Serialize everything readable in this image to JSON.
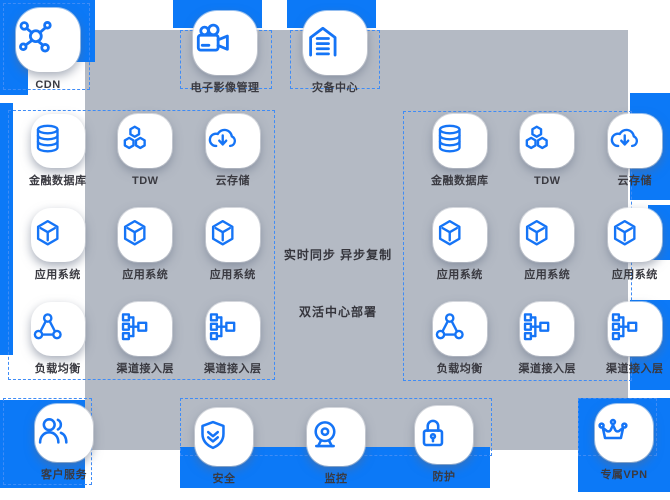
{
  "colors": {
    "accent_blue": "#0c79f7",
    "panel_grey": "#b4bac4",
    "icon_blue": "#1574f6",
    "dash_blue": "#3f8cf6",
    "label_dark": "#3a3a41"
  },
  "top_nodes": [
    {
      "label": "CDN",
      "icon": "cdn-icon"
    },
    {
      "label": "电子影像管理",
      "icon": "video-camera-icon"
    },
    {
      "label": "灾备中心",
      "icon": "warehouse-icon"
    }
  ],
  "grids": {
    "left": {
      "items": [
        {
          "label": "金融数据库",
          "icon": "database-icon"
        },
        {
          "label": "TDW",
          "icon": "tdw-icon"
        },
        {
          "label": "云存储",
          "icon": "cloud-storage-icon"
        },
        {
          "label": "应用系统",
          "icon": "app-system-icon"
        },
        {
          "label": "应用系统",
          "icon": "app-system-icon"
        },
        {
          "label": "应用系统",
          "icon": "app-system-icon"
        },
        {
          "label": "负载均衡",
          "icon": "load-balancer-icon"
        },
        {
          "label": "渠道接入层",
          "icon": "channel-access-icon"
        },
        {
          "label": "渠道接入层",
          "icon": "channel-access-icon"
        }
      ]
    },
    "right": {
      "items": [
        {
          "label": "金融数据库",
          "icon": "database-icon"
        },
        {
          "label": "TDW",
          "icon": "tdw-icon"
        },
        {
          "label": "云存储",
          "icon": "cloud-storage-icon"
        },
        {
          "label": "应用系统",
          "icon": "app-system-icon"
        },
        {
          "label": "应用系统",
          "icon": "app-system-icon"
        },
        {
          "label": "应用系统",
          "icon": "app-system-icon"
        },
        {
          "label": "负载均衡",
          "icon": "load-balancer-icon"
        },
        {
          "label": "渠道接入层",
          "icon": "channel-access-icon"
        },
        {
          "label": "渠道接入层",
          "icon": "channel-access-icon"
        }
      ]
    }
  },
  "center_links": {
    "sync_label": "实时同步  异步复制",
    "deploy_label": "双活中心部署"
  },
  "bottom_nodes": [
    {
      "label": "客户服务",
      "icon": "users-icon"
    },
    {
      "label": "安全",
      "icon": "shield-icon"
    },
    {
      "label": "监控",
      "icon": "webcam-icon"
    },
    {
      "label": "防护",
      "icon": "lock-icon"
    },
    {
      "label": "专属VPN",
      "icon": "crown-icon"
    }
  ]
}
